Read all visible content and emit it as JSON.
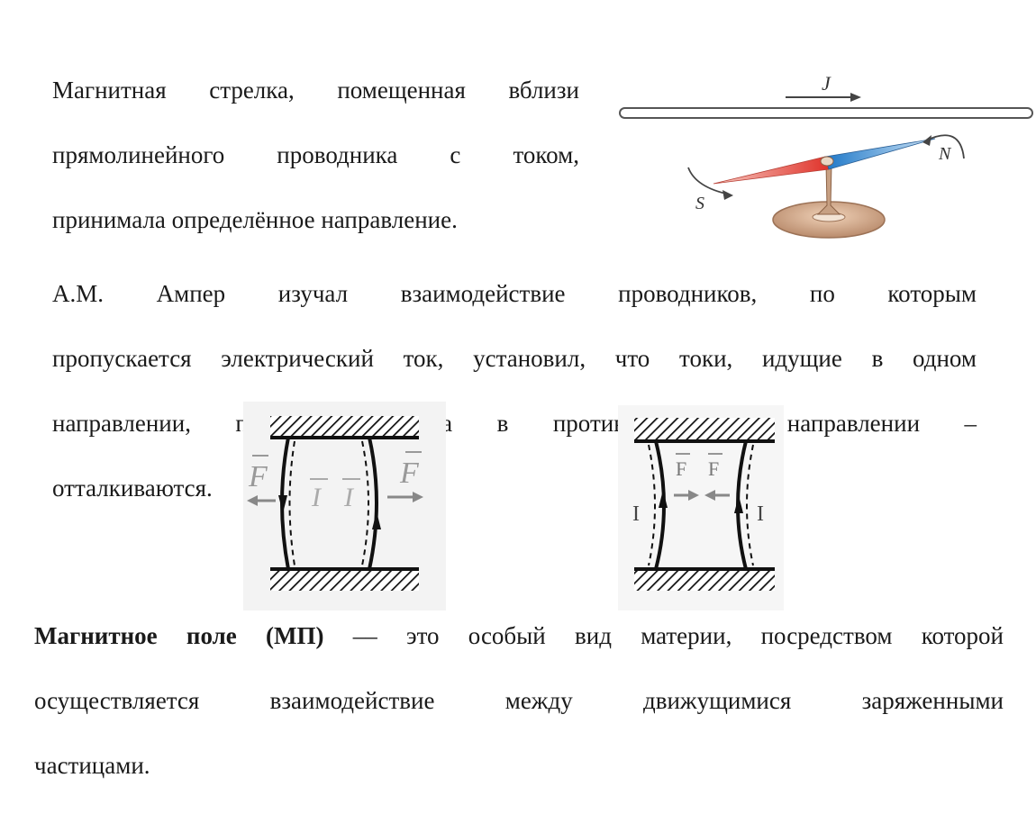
{
  "paragraph1": {
    "lines": [
      "Магнитная стрелка, помещенная вблизи",
      "прямолинейного проводника с током,",
      "принимала определённое направление."
    ]
  },
  "compass_figure": {
    "current_label": "J",
    "north_label": "N",
    "south_label": "S"
  },
  "paragraph2": {
    "lines": [
      "А.М. Ампер изучал взаимодействие проводников, по которым",
      "пропускается электрический ток, установил, что токи, идущие в одном",
      "направлении, притягиваются, а в противоположном направлении –",
      "отталкиваются."
    ]
  },
  "figure_repulsion": {
    "force_label": "F",
    "current_label": "I"
  },
  "figure_attraction": {
    "force_label": "F",
    "current_label": "I"
  },
  "paragraph3": {
    "term": "Магнитное поле (МП)",
    "dash": " –– ",
    "line1_rest": "это особый вид материи, посредством которой",
    "line2": "осуществляется взаимодействие между движущимися заряженными",
    "line3": "частицами."
  }
}
